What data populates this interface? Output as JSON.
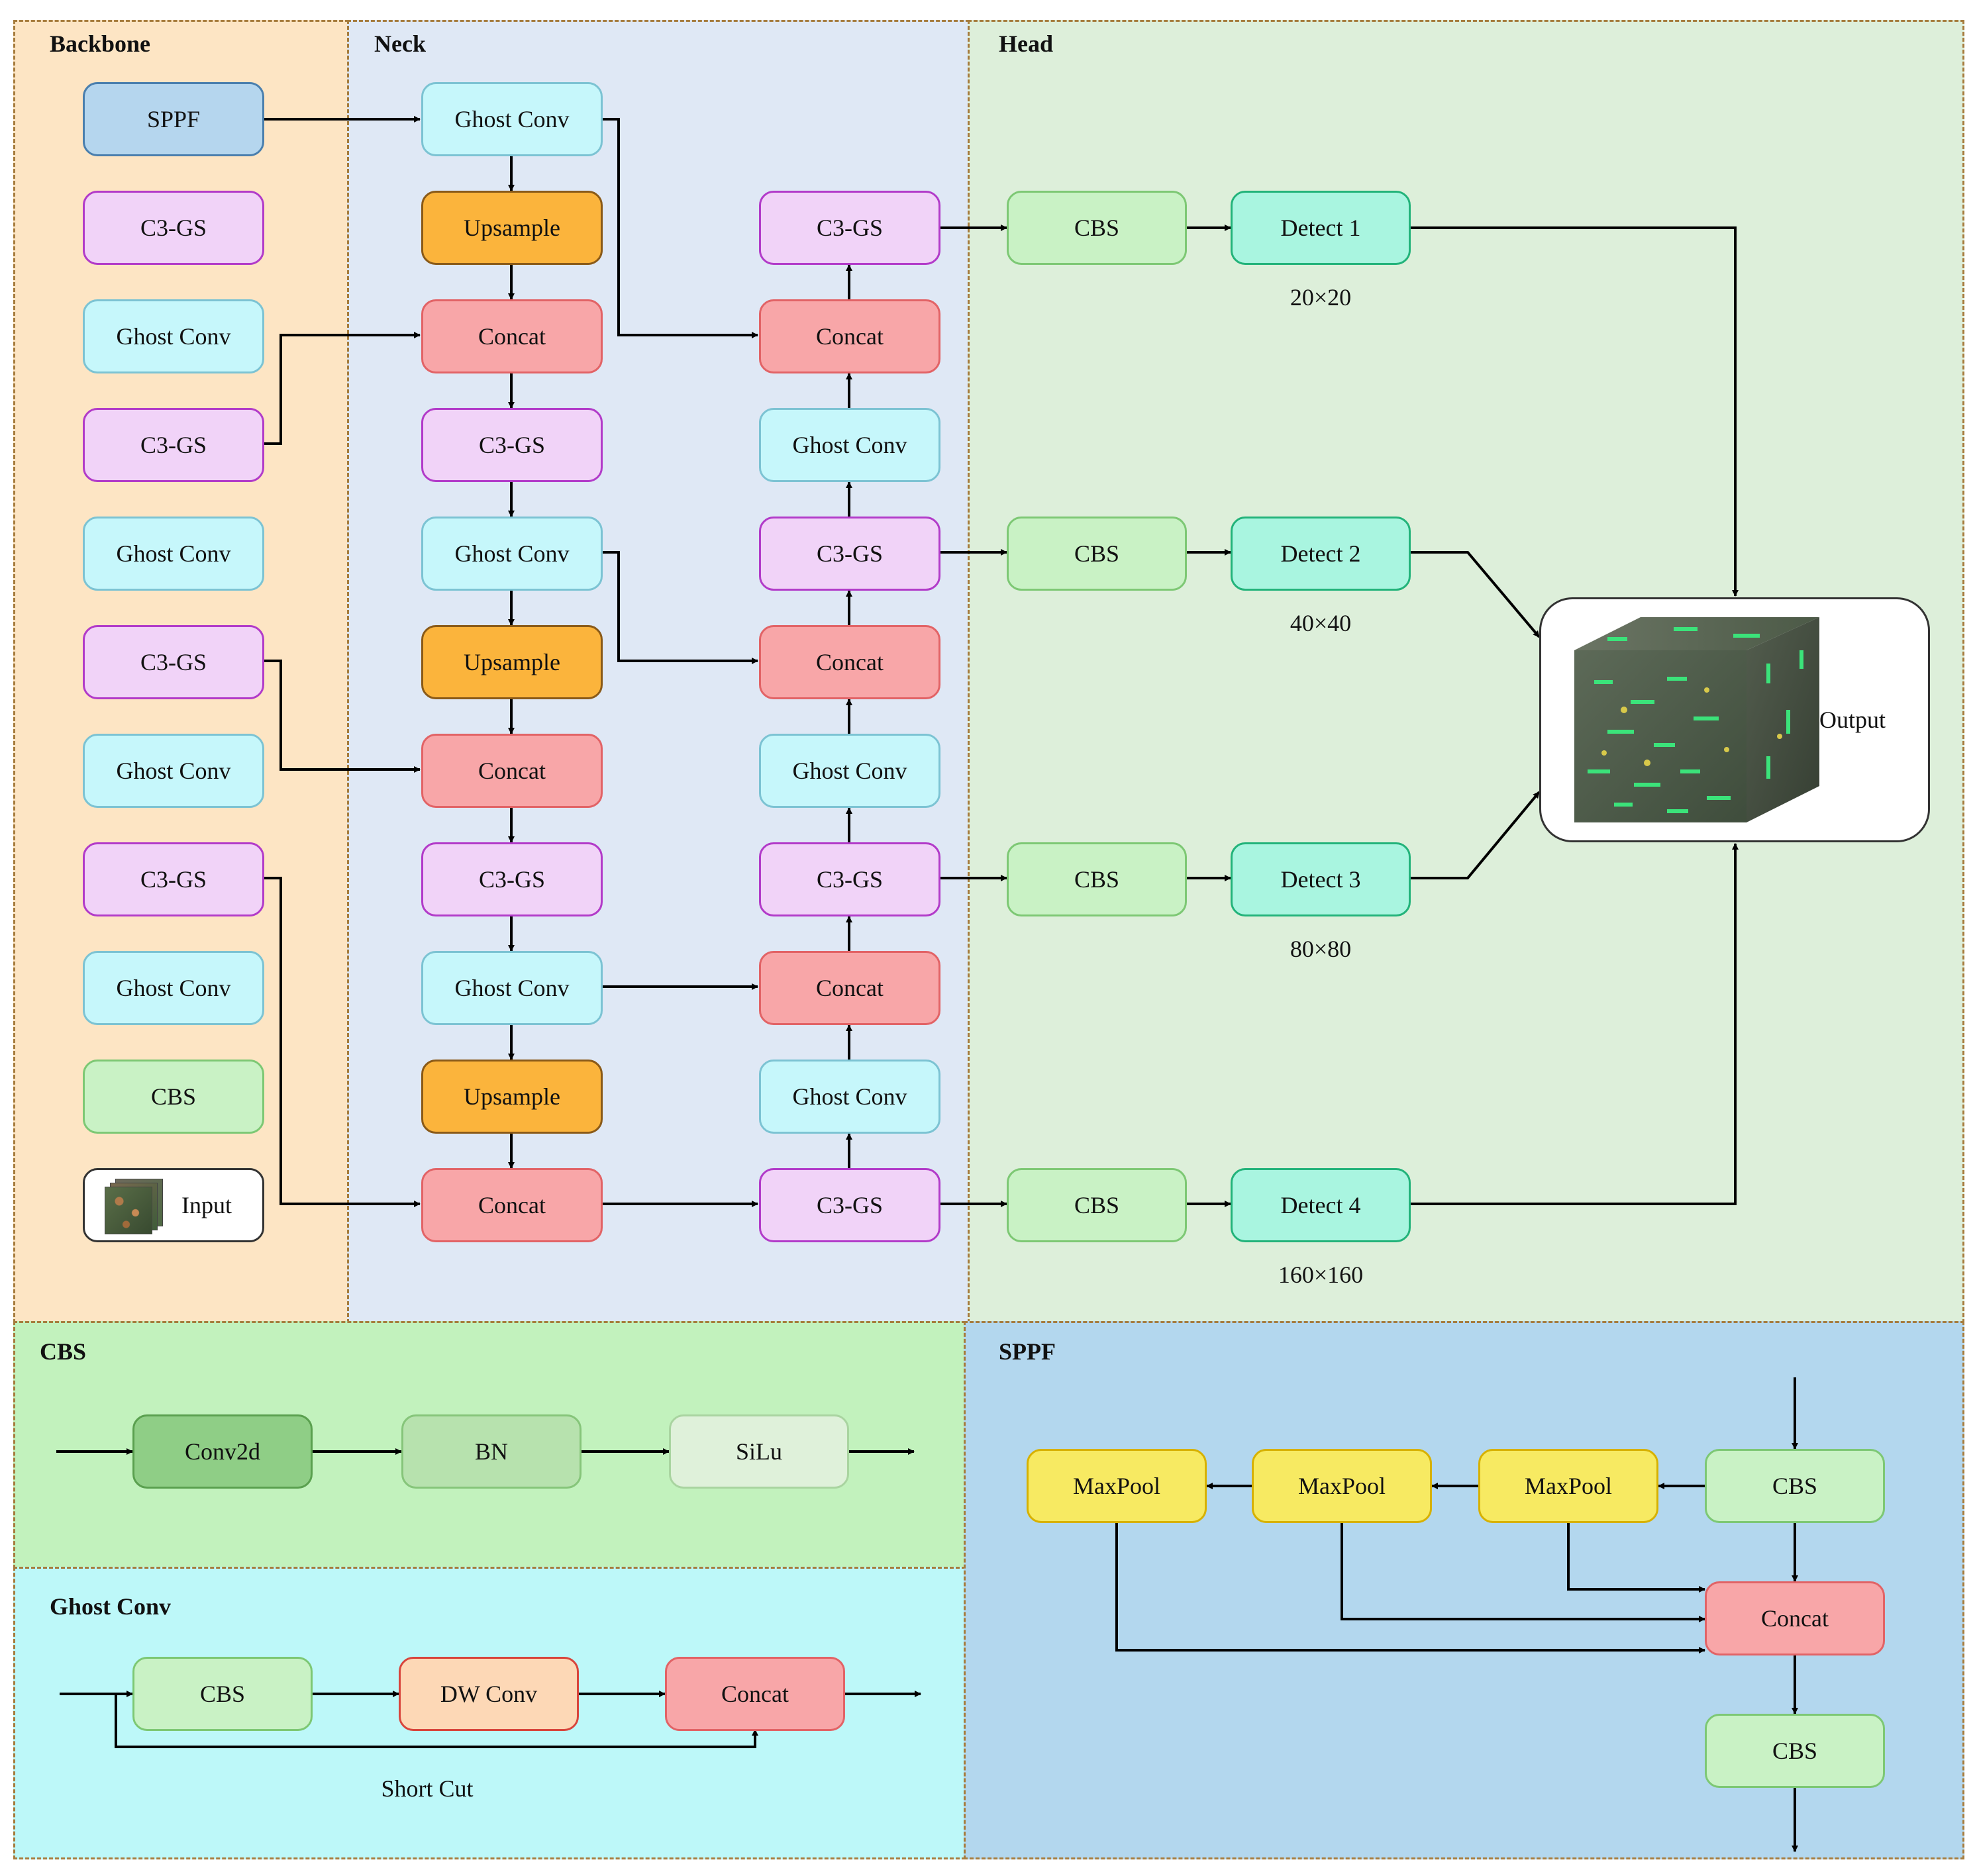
{
  "sections": {
    "backbone": "Backbone",
    "neck": "Neck",
    "head": "Head",
    "cbs": "CBS",
    "ghost_conv": "Ghost Conv",
    "sppf": "SPPF"
  },
  "backbone": {
    "sppf": "SPPF",
    "c3gs_4": "C3-GS",
    "ghost_4": "Ghost Conv",
    "c3gs_3": "C3-GS",
    "ghost_3": "Ghost Conv",
    "c3gs_2": "C3-GS",
    "ghost_2": "Ghost Conv",
    "c3gs_1": "C3-GS",
    "ghost_1": "Ghost Conv",
    "cbs": "CBS",
    "input": "Input"
  },
  "neck": {
    "col1": {
      "ghost_1": "Ghost Conv",
      "upsample_1": "Upsample",
      "concat_1": "Concat",
      "c3gs_1": "C3-GS",
      "ghost_2": "Ghost Conv",
      "upsample_2": "Upsample",
      "concat_2": "Concat",
      "c3gs_2": "C3-GS",
      "ghost_3": "Ghost Conv",
      "upsample_3": "Upsample",
      "concat_3": "Concat"
    },
    "col2": {
      "c3gs_1": "C3-GS",
      "concat_1": "Concat",
      "ghost_1": "Ghost Conv",
      "c3gs_2": "C3-GS",
      "concat_2": "Concat",
      "ghost_2": "Ghost Conv",
      "c3gs_3": "C3-GS",
      "concat_3": "Concat",
      "ghost_3": "Ghost Conv",
      "c3gs_4": "C3-GS"
    }
  },
  "head": {
    "cbs_1": "CBS",
    "cbs_2": "CBS",
    "cbs_3": "CBS",
    "cbs_4": "CBS",
    "detect_1": "Detect 1",
    "detect_2": "Detect 2",
    "detect_3": "Detect 3",
    "detect_4": "Detect 4",
    "size_1": "20×20",
    "size_2": "40×40",
    "size_3": "80×80",
    "size_4": "160×160",
    "output": "Output"
  },
  "cbs_module": {
    "conv2d": "Conv2d",
    "bn": "BN",
    "silu": "SiLu"
  },
  "ghost_module": {
    "cbs": "CBS",
    "dw_conv": "DW Conv",
    "concat": "Concat",
    "shortcut": "Short Cut"
  },
  "sppf_module": {
    "maxpool_1": "MaxPool",
    "maxpool_2": "MaxPool",
    "maxpool_3": "MaxPool",
    "cbs_in": "CBS",
    "concat": "Concat",
    "cbs_out": "CBS"
  },
  "colors": {
    "backbone_bg": "#fde5c4",
    "neck_bg": "#dfe8f5",
    "head_bg": "#ddefda",
    "cbs_panel_bg": "#c2f2bd",
    "ghost_panel_bg": "#bdf8f9",
    "sppf_panel_bg": "#b3d7ee",
    "sppf_block": "#b5d6ee",
    "c3gs": "#f1d3f8",
    "ghost_conv": "#c6f7fb",
    "upsample": "#fbb43c",
    "concat": "#f8a6a8",
    "cbs": "#c9f2c5",
    "detect": "#a9f5e0",
    "conv2d": "#8fce86",
    "bn": "#b7e2ae",
    "silu": "#dff1da",
    "dw_conv": "#fdd8b6",
    "maxpool": "#f7ea62"
  }
}
